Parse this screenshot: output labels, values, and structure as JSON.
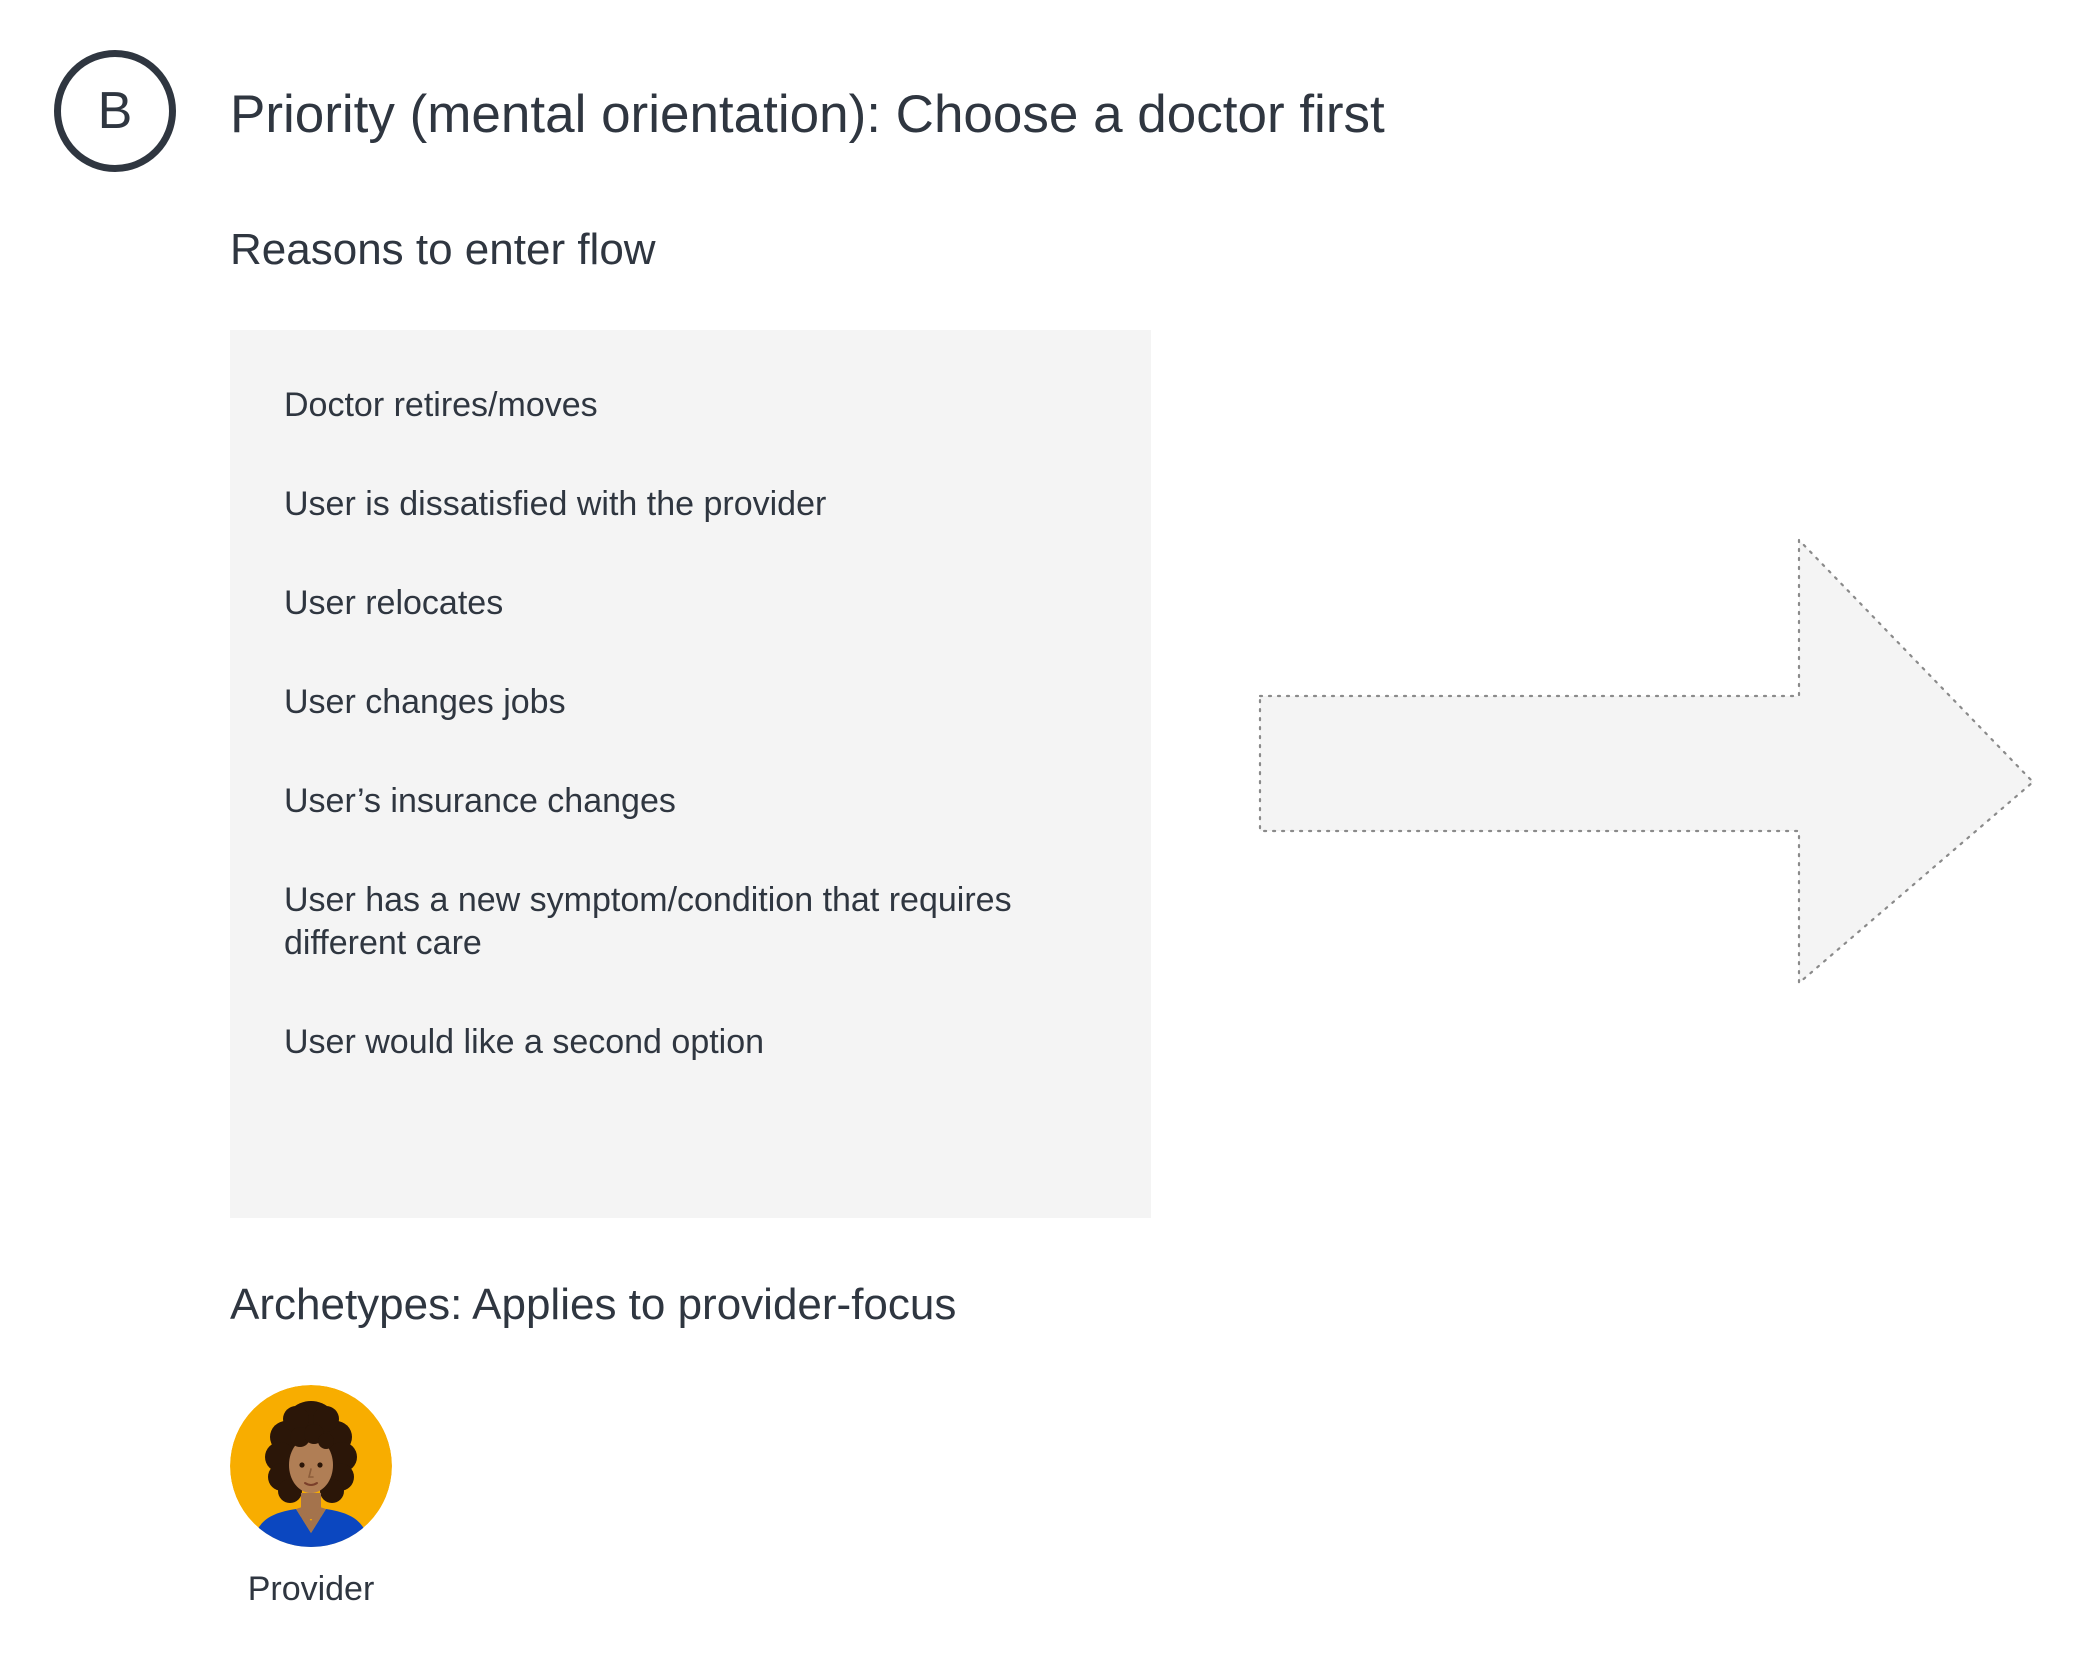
{
  "step_badge": "B",
  "title": "Priority (mental orientation): Choose a doctor first",
  "reasons": {
    "heading": "Reasons to enter flow",
    "items": [
      "Doctor retires/moves",
      "User is dissatisfied with the provider",
      "User relocates",
      "User changes jobs",
      "User’s insurance changes",
      "User has a new symptom/condition that requires different care",
      "User would like a second option"
    ]
  },
  "flow_arrow": {
    "icon": "arrow-right-icon",
    "fill": "#f4f4f4",
    "stroke": "#8a8a8a"
  },
  "archetypes": {
    "heading": "Archetypes: Applies to provider-focus",
    "items": [
      {
        "icon": "provider-avatar-icon",
        "label": "Provider",
        "background": "#f8ad00",
        "clothing": "#0b47c0"
      }
    ]
  },
  "colors": {
    "text": "#2f3640",
    "panel": "#f4f4f4"
  }
}
